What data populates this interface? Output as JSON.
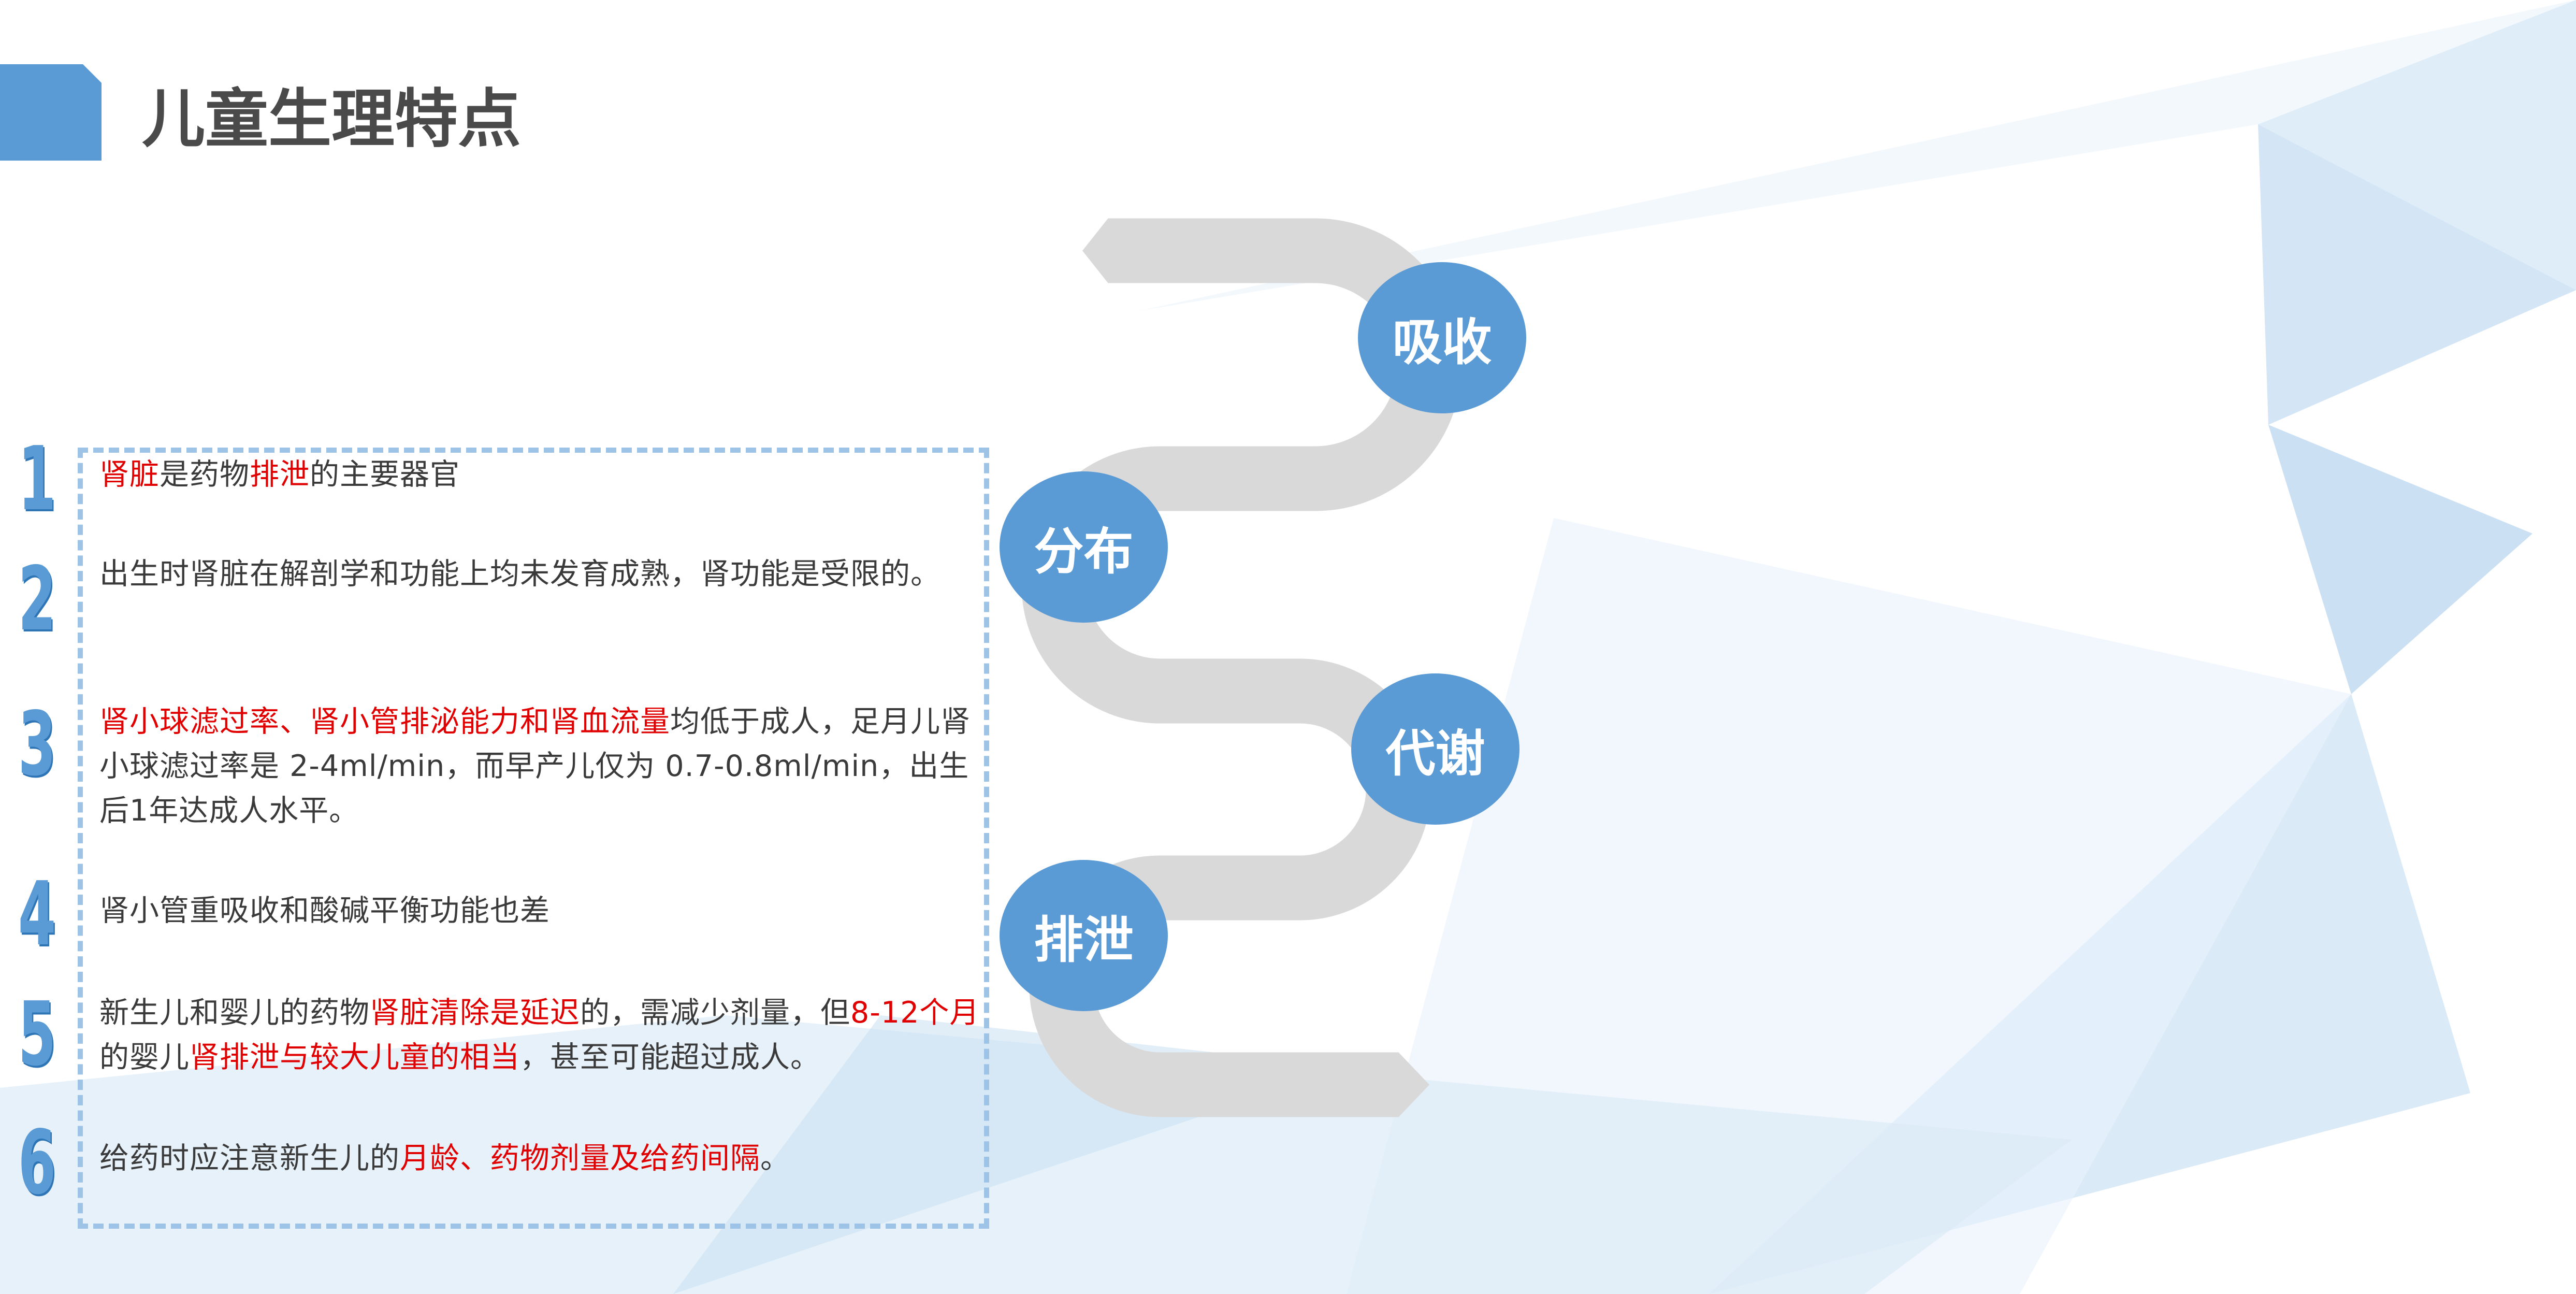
{
  "page": {
    "title": "儿童生理特点",
    "colors": {
      "accent": "#5b9bd5",
      "highlight": "#e00000",
      "text": "#3a3a3a",
      "path": "#d9d9d9"
    }
  },
  "stages": [
    {
      "label": "吸收"
    },
    {
      "label": "分布"
    },
    {
      "label": "代谢"
    },
    {
      "label": "排泄"
    }
  ],
  "items": [
    {
      "number": "1",
      "segments": [
        {
          "text": "肾脏",
          "hl": true
        },
        {
          "text": "是药物",
          "hl": false
        },
        {
          "text": "排泄",
          "hl": true
        },
        {
          "text": "的主要器官",
          "hl": false
        }
      ]
    },
    {
      "number": "2",
      "segments": [
        {
          "text": "出生时肾脏在解剖学和功能上均未发育成熟，肾功能是受限的。",
          "hl": false
        }
      ]
    },
    {
      "number": "3",
      "segments": [
        {
          "text": "肾小球滤过率、肾小管排泌能力和肾血流量",
          "hl": true
        },
        {
          "text": "均低于成人，足月儿肾小球滤过率是 2-4ml/min，而早产儿仅为 0.7-0.8ml/min，出生后1年达成人水平。",
          "hl": false
        }
      ]
    },
    {
      "number": "4",
      "segments": [
        {
          "text": "肾小管重吸收和酸碱平衡功能也差",
          "hl": false
        }
      ]
    },
    {
      "number": "5",
      "segments": [
        {
          "text": "新生儿和婴儿的药物",
          "hl": false
        },
        {
          "text": "肾脏清除是延迟",
          "hl": true
        },
        {
          "text": "的，需减少剂量，但",
          "hl": false
        },
        {
          "text": "8-12个月",
          "hl": true
        },
        {
          "text": "的婴儿",
          "hl": false
        },
        {
          "text": "肾排泄与较大儿童的相当",
          "hl": true
        },
        {
          "text": "，甚至可能超过成人。",
          "hl": false
        }
      ]
    },
    {
      "number": "6",
      "segments": [
        {
          "text": "给药时应注意新生儿的",
          "hl": false
        },
        {
          "text": "月龄、药物剂量及给药间隔",
          "hl": true
        },
        {
          "text": "。",
          "hl": false
        }
      ]
    }
  ]
}
